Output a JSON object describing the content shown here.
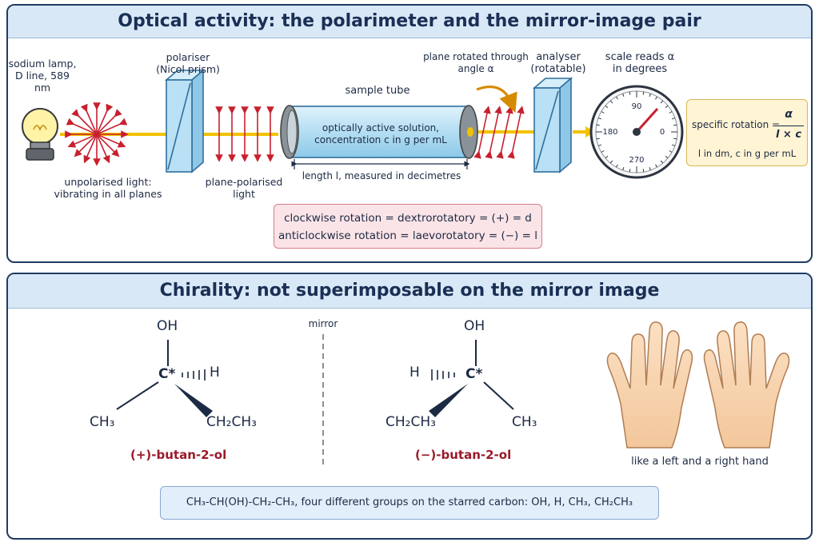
{
  "panel1": {
    "title": "Optical activity: the polarimeter and the mirror-image pair",
    "lamp_label": [
      "sodium lamp,",
      "D line, 589 nm"
    ],
    "unpolarised_label": [
      "unpolarised light:",
      "vibrating in all planes"
    ],
    "polariser_label": [
      "polariser",
      "(Nicol prism)"
    ],
    "plane_polarised_label": [
      "plane-polarised",
      "light"
    ],
    "sample_tube_label": "sample tube",
    "solution_label": [
      "optically active solution,",
      "concentration c in g per mL"
    ],
    "length_label": "length l, measured in decimetres",
    "rotated_label": [
      "plane rotated through",
      "angle α"
    ],
    "analyser_label": [
      "analyser",
      "(rotatable)"
    ],
    "scale_label": [
      "scale reads α",
      "in degrees"
    ],
    "dial_marks": [
      "90",
      "180",
      "0",
      "270"
    ],
    "formula": {
      "prefix": "specific rotation =",
      "numerator": "α",
      "denominator": "l × c",
      "note": "l in dm, c in g per mL"
    },
    "rotation_box": [
      "clockwise rotation = dextrorotatory = (+) = d",
      "anticlockwise rotation = laevorotatory = (−) = l"
    ]
  },
  "panel2": {
    "title": "Chirality: not superimposable on the mirror image",
    "mirror_label": "mirror",
    "left_molecule": {
      "top": "OH",
      "center": "C*",
      "wedge_h": "H",
      "bottom_left": "CH₃",
      "bottom_right": "CH₂CH₃",
      "name": "(+)-butan-2-ol"
    },
    "right_molecule": {
      "top": "OH",
      "center": "C*",
      "wedge_h": "H",
      "bottom_left": "CH₂CH₃",
      "bottom_right": "CH₃",
      "name": "(−)-butan-2-ol"
    },
    "hands_label": "like a left and a right hand",
    "formula_box": "CH₃-CH(OH)-CH₂-CH₃, four different groups on the starred carbon: OH, H, CH₃, CH₂CH₃"
  },
  "colors": {
    "border": "#1f3b63",
    "banner": "#d8e8f6",
    "red": "#c8202f",
    "beam": "#f2c200",
    "glass": "#b9e0f4"
  }
}
